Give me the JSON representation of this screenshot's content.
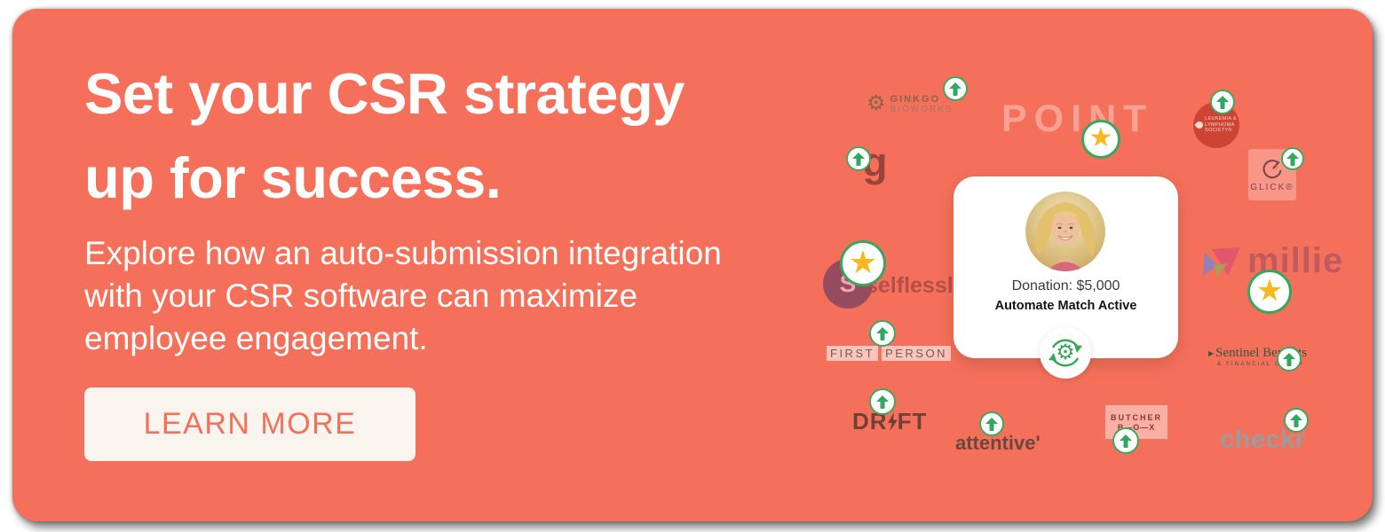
{
  "banner": {
    "headline": [
      "Set your CSR strategy",
      "up for success."
    ],
    "body": [
      "Explore how an auto-submission integration",
      "with your CSR software can maximize",
      "employee engagement."
    ],
    "cta_label": "LEARN MORE"
  },
  "card": {
    "donation": "Donation: $5,000",
    "status": "Automate Match Active"
  },
  "icons": {
    "star": "★",
    "gear": "⚙",
    "up_arrow": "up-arrow (green circle badge)"
  },
  "colors": {
    "background": "#f5705a",
    "button_bg": "#f9f4ed",
    "button_text": "#f4705a",
    "badge_green": "#3aa55c",
    "star_yellow": "#f6b71f",
    "lls_red": "#ce4434",
    "card_bg": "#ffffff"
  },
  "logos": {
    "ginkgo": {
      "line1": "GINKGO",
      "line2": "BIOWORKS"
    },
    "greenhouse_g": {
      "text": "g"
    },
    "point": {
      "text": "POINT"
    },
    "lls": {
      "line1": "LEUKEMIA &",
      "line2": "LYMPHOMA",
      "line3": "SOCIETY®"
    },
    "glick": {
      "text": "GLICK®"
    },
    "millie": {
      "text": "millie"
    },
    "selflessly": {
      "initial": "S",
      "text": "selflessly·"
    },
    "first_person": {
      "word1": "FIRST",
      "word2": "PERSON"
    },
    "sentinel": {
      "marker": "▶",
      "line1": "Sentinel Benefits",
      "line2": "& FINANCIAL GROUP"
    },
    "drift": {
      "pre": "DR",
      "post": "FT"
    },
    "attentive": {
      "text": "attentive'"
    },
    "butcherbox": {
      "line1": "BUTCHER",
      "line2": "B—O—X"
    },
    "checkr": {
      "text": "checkr"
    }
  }
}
